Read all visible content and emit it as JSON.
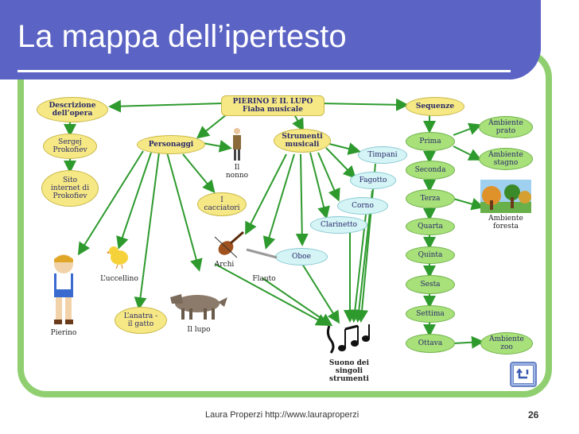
{
  "slide": {
    "title": "La mappa dell’ipertesto",
    "footer": "Laura Properzi  http://www.lauraproperzi",
    "page_number": "26"
  },
  "colors": {
    "title_bar": "#5b63c4",
    "frame": "#8fcf70",
    "node_yellow": "#f6e884",
    "node_cyan": "#d4f4f6",
    "node_green": "#a8e07a",
    "arrow": "#2e9a2e"
  },
  "map": {
    "root": "PIERINO E IL LUPO\nFiaba musicale",
    "descrizione": "Descrizione\ndell’opera",
    "prokofiev": "Sergej\nProkofiev",
    "sito": "Sito\ninternet di\nProkofiev",
    "personaggi": "Personaggi",
    "nonno": "Il\nnonno",
    "cacciatori": "I\ncacciatori",
    "uccellino": "L’uccellino",
    "pierino": "Pierino",
    "anatra": "L’anatra -\nil gatto",
    "lupo": "Il lupo",
    "strumenti": "Strumenti\nmusicali",
    "timpani": "Timpani",
    "fagotto": "Fagotto",
    "corno": "Corno",
    "clarinetto": "Clarinetto",
    "oboe": "Oboe",
    "archi": "Archi",
    "flauto": "Flauto",
    "suono": "Suono dei\nsingoli\nstrumenti",
    "sequenze": "Sequenze",
    "prima": "Prima",
    "seconda": "Seconda",
    "terza": "Terza",
    "quarta": "Quarta",
    "quinta": "Quinta",
    "sesta": "Sesta",
    "settima": "Settima",
    "ottava": "Ottava",
    "amb_prato": "Ambiente\nprato",
    "amb_stagno": "Ambiente\nstagno",
    "amb_foresta": "Ambiente\nforesta",
    "amb_zoo": "Ambiente\nzoo"
  },
  "icons": {
    "back": "back-arrow-icon"
  }
}
